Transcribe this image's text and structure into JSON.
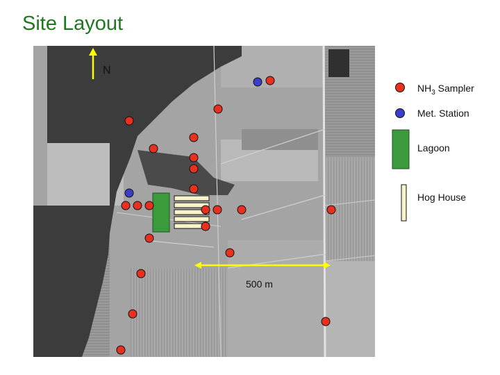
{
  "page": {
    "title": "Site Layout"
  },
  "map": {
    "north_label": "N",
    "scale_label": "500 m",
    "colors": {
      "sampler": "#e8301e",
      "station": "#3b3fc8",
      "lagoon": "#3b9a3b",
      "hog_house": "#f7f4cc",
      "scale_bar": "#ffff00"
    }
  },
  "legend": {
    "sampler": {
      "prefix": "NH",
      "sub": "3",
      "suffix": " Sampler"
    },
    "station": {
      "label": "Met. Station"
    },
    "lagoon": {
      "label": "Lagoon"
    },
    "hog_house": {
      "label": "Hog House"
    }
  }
}
